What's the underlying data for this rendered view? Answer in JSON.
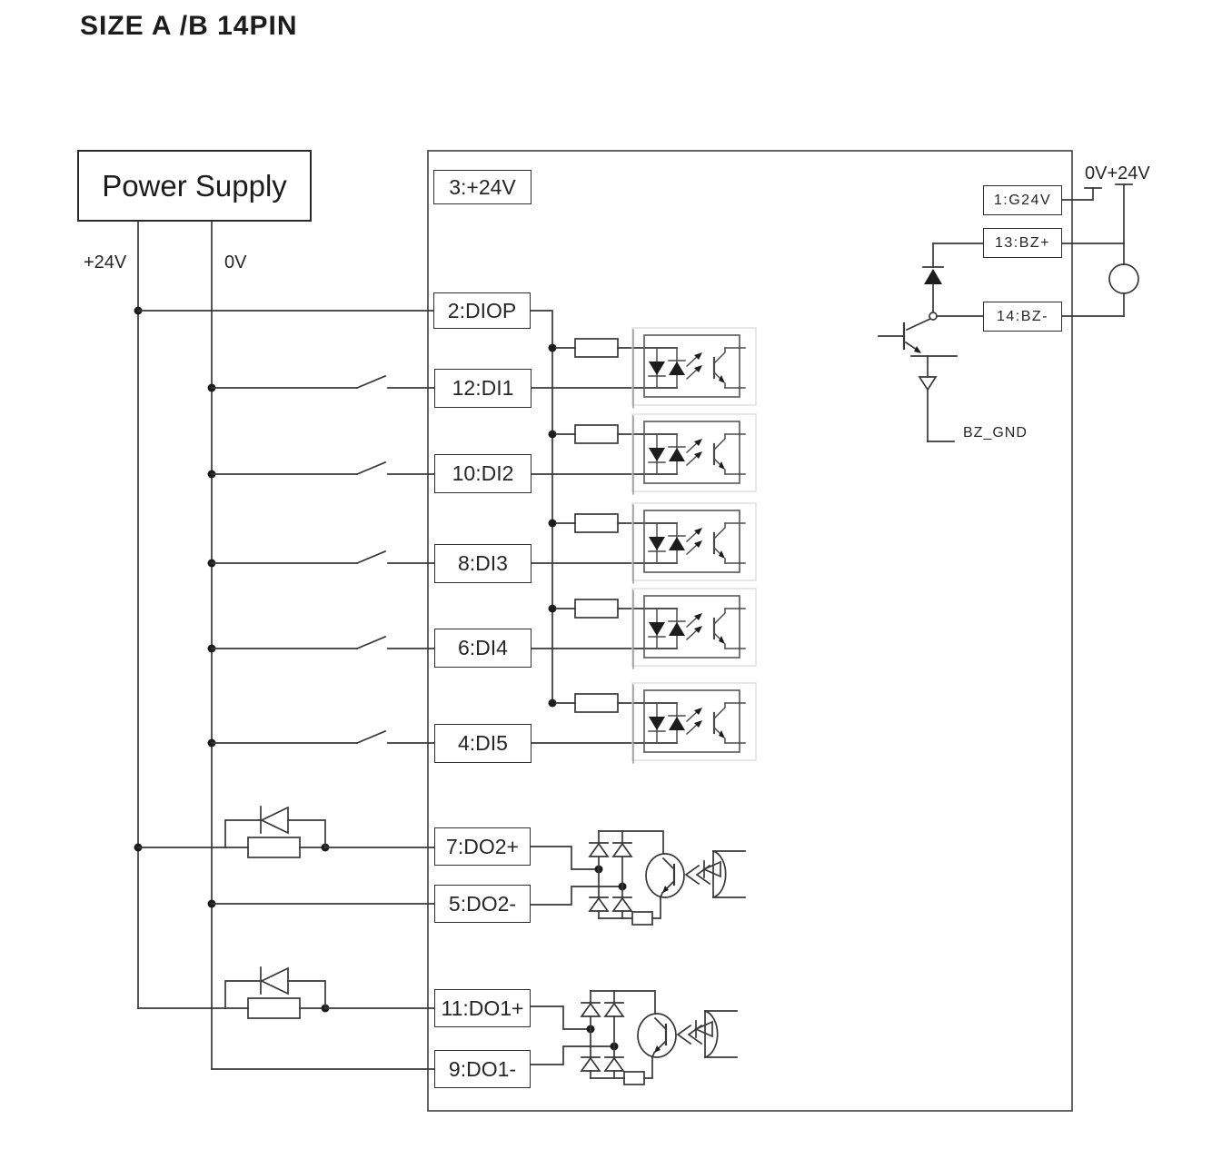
{
  "title": "SIZE A /B  14PIN",
  "power": {
    "label": "Power Supply",
    "pos_terminal": "+24V",
    "neg_terminal": "0V"
  },
  "connector_pins": [
    {
      "label": "3:+24V"
    },
    {
      "label": "2:DIOP"
    },
    {
      "label": "12:DI1"
    },
    {
      "label": "10:DI2"
    },
    {
      "label": "8:DI3"
    },
    {
      "label": "6:DI4"
    },
    {
      "label": "4:DI5"
    },
    {
      "label": "7:DO2+"
    },
    {
      "label": "5:DO2-"
    },
    {
      "label": "11:DO1+"
    },
    {
      "label": "9:DO1-"
    }
  ],
  "right_pins": [
    {
      "label": "1:G24V"
    },
    {
      "label": "13:BZ+"
    },
    {
      "label": "14:BZ-"
    }
  ],
  "annotations": {
    "top_right_rail": "0V+24V",
    "buzzer_ground": "BZ_GND"
  },
  "colors": {
    "wire": "#383838",
    "box_border": "#2e2e2e",
    "opto_outline": "#616161",
    "faint_cell": "#d8d8d8",
    "fill_black": "#1c1c1c"
  }
}
